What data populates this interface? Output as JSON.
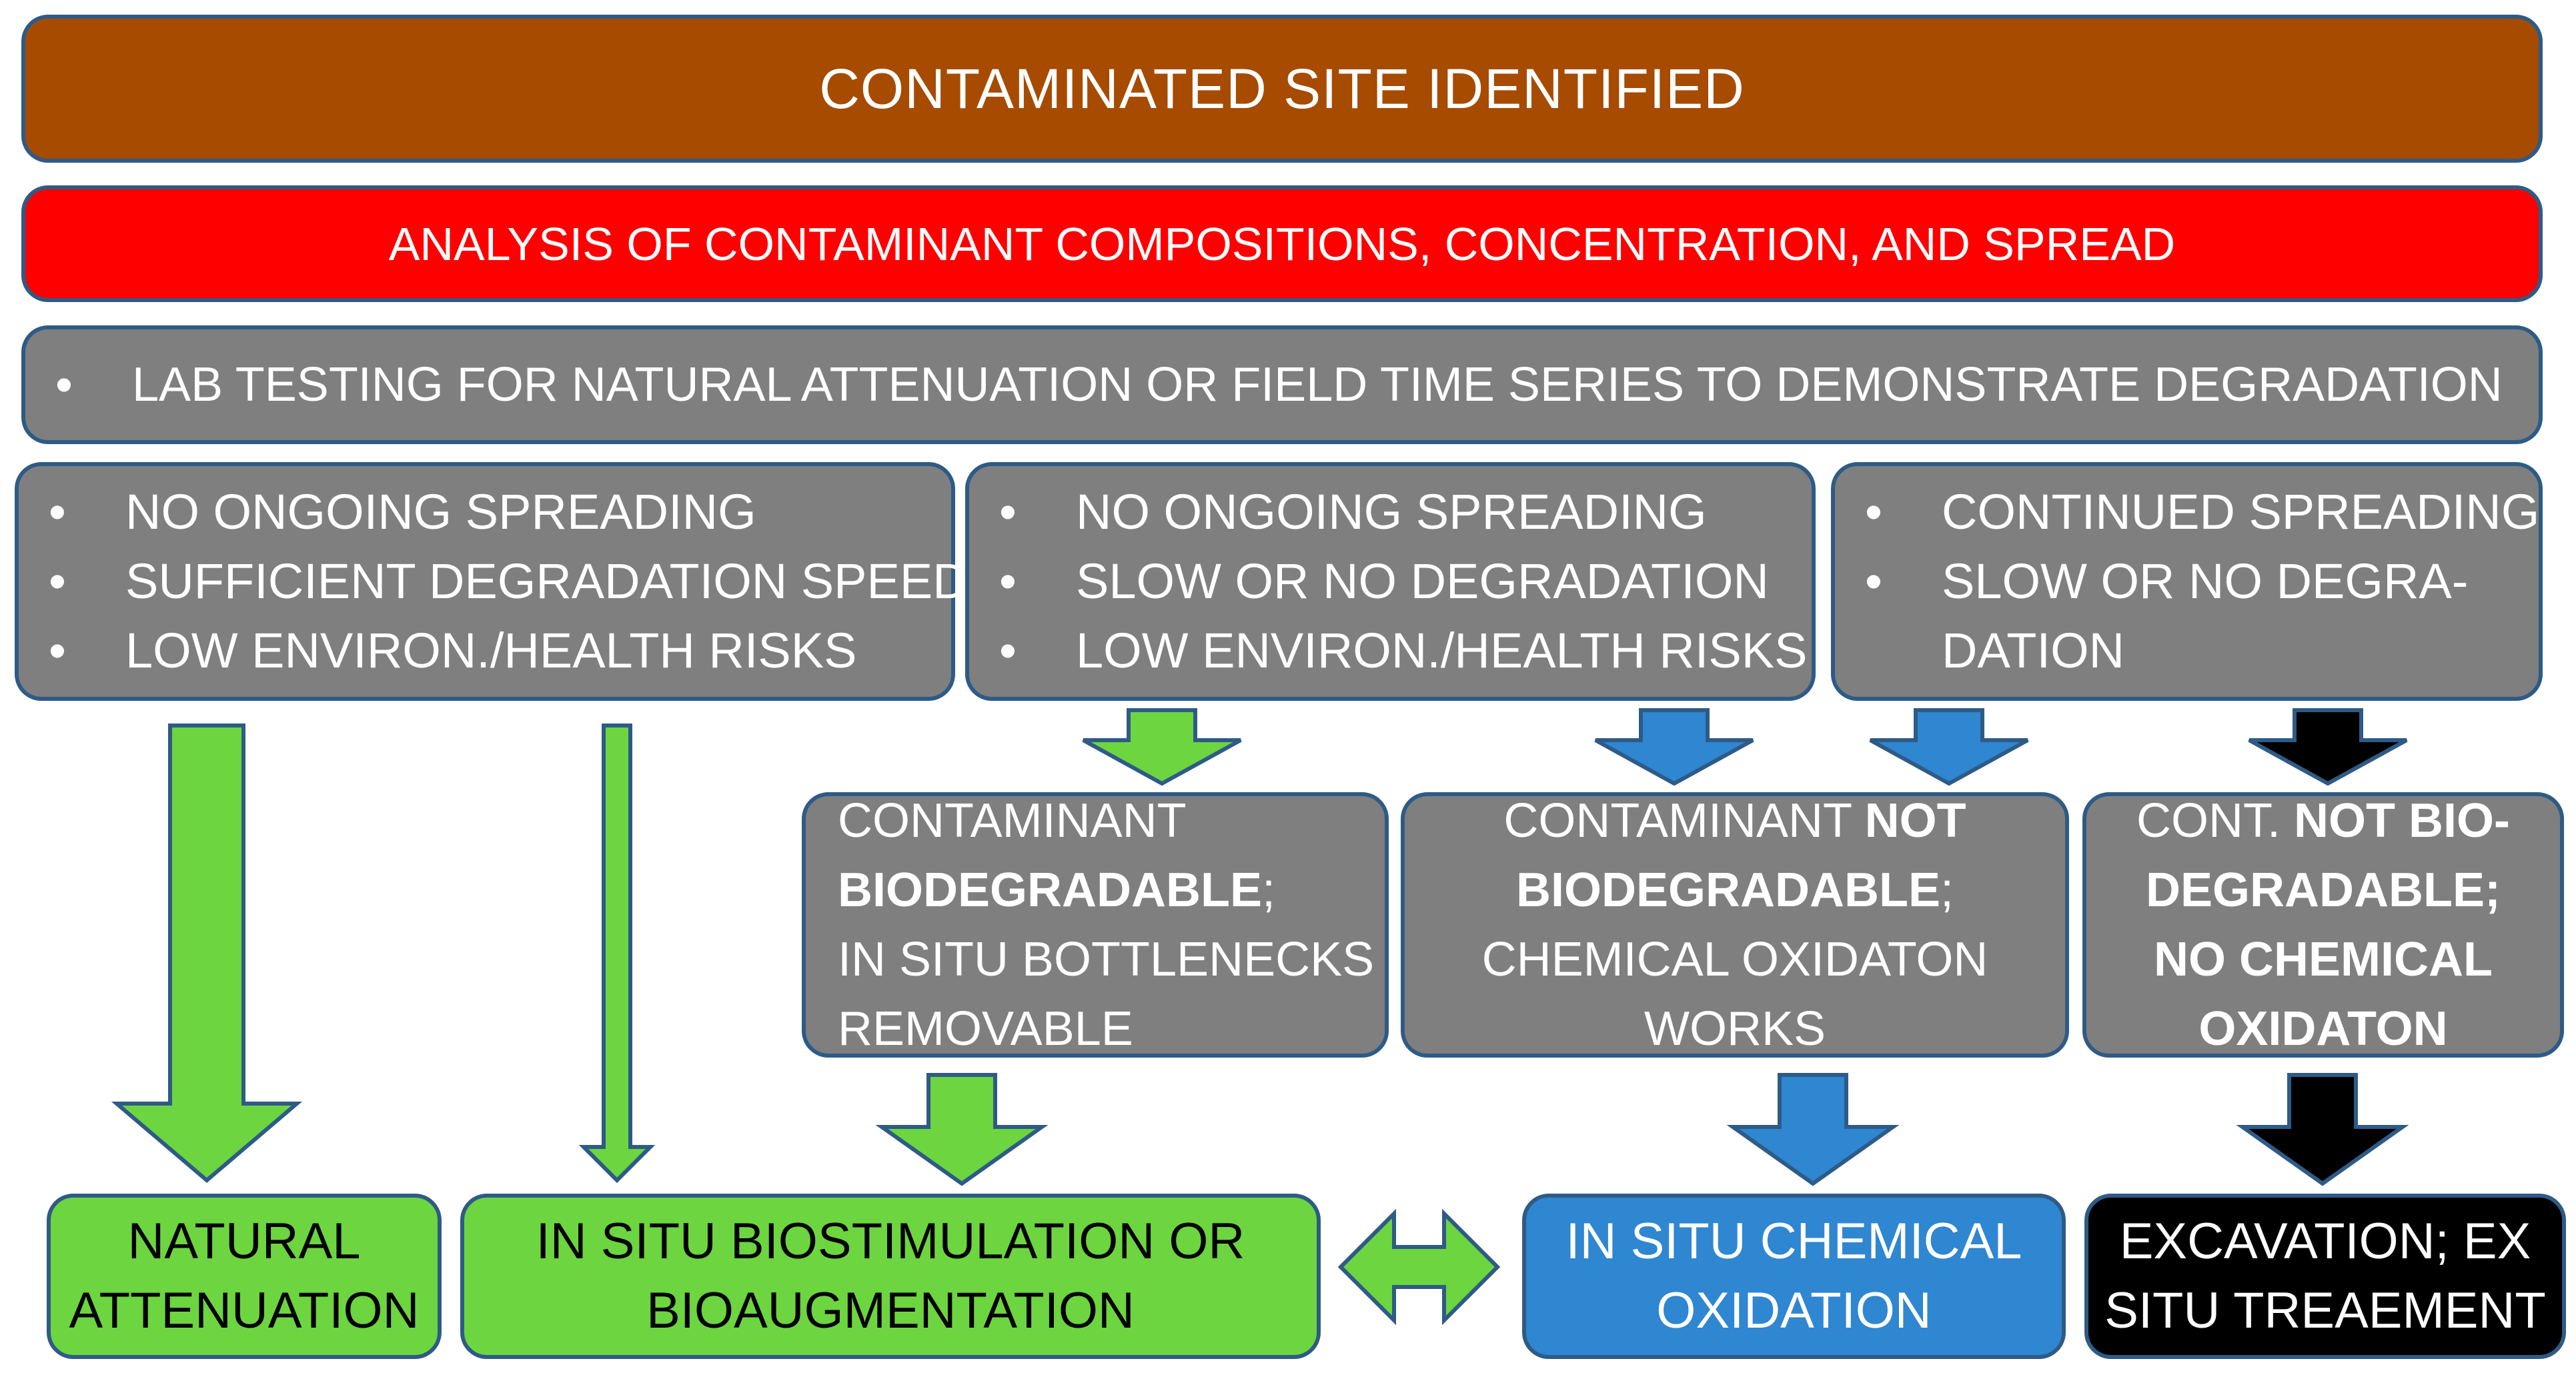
{
  "colors": {
    "header_brown": "#a64b00",
    "analysis_red": "#ff0000",
    "step_grey": "#7f7f7f",
    "border_blue": "#2e5b86",
    "green": "#6dd53f",
    "blue": "#2f86d1",
    "black": "#000000"
  },
  "header": "CONTAMINATED SITE IDENTIFIED",
  "analysis": "ANALYSIS OF CONTAMINANT COMPOSITIONS, CONCENTRATION, AND SPREAD",
  "lab_testing": "LAB TESTING FOR NATURAL ATTENUATION OR FIELD TIME SERIES TO DEMONSTRATE DEGRADATION",
  "scenarios": [
    {
      "items": [
        "NO ONGOING SPREADING",
        "SUFFICIENT DEGRADATION SPEED",
        "LOW ENVIRON./HEALTH RISKS"
      ]
    },
    {
      "items": [
        "NO ONGOING SPREADING",
        "SLOW OR NO DEGRADATION",
        "LOW ENVIRON./HEALTH RISKS"
      ]
    },
    {
      "items": [
        "CONTINUED SPREADING",
        "SLOW OR NO DEGRA-",
        "DATION"
      ]
    }
  ],
  "conditions": {
    "biodegradable": {
      "line1": "CONTAMINANT",
      "line2_bold": "BIODEGRADABLE",
      "line2_rest": ";",
      "line3": "IN SITU BOTTLENECKS",
      "line4": "REMOVABLE"
    },
    "not_biodegradable": {
      "line1_plain": "CONTAMINANT ",
      "line1_bold": "NOT",
      "line2_bold": "BIODEGRADABLE",
      "line2_rest": ";",
      "line3": "CHEMICAL OXIDATON",
      "line4": "WORKS"
    },
    "no_option": {
      "line1_plain": "CONT. ",
      "line1_bold": "NOT BIO-",
      "line2_bold": "DEGRADABLE;",
      "line3_bold": "NO CHEMICAL",
      "line4_bold": "OXIDATON"
    }
  },
  "outcomes": {
    "natural_attenuation": [
      "NATURAL",
      "ATTENUATION"
    ],
    "biostimulation": [
      "IN SITU BIOSTIMULATION OR",
      "BIOAUGMENTATION"
    ],
    "chemical_oxidation": [
      "IN SITU CHEMICAL",
      "OXIDATION"
    ],
    "excavation": [
      "EXCAVATION; EX",
      "SITU TREAEMENT"
    ]
  }
}
